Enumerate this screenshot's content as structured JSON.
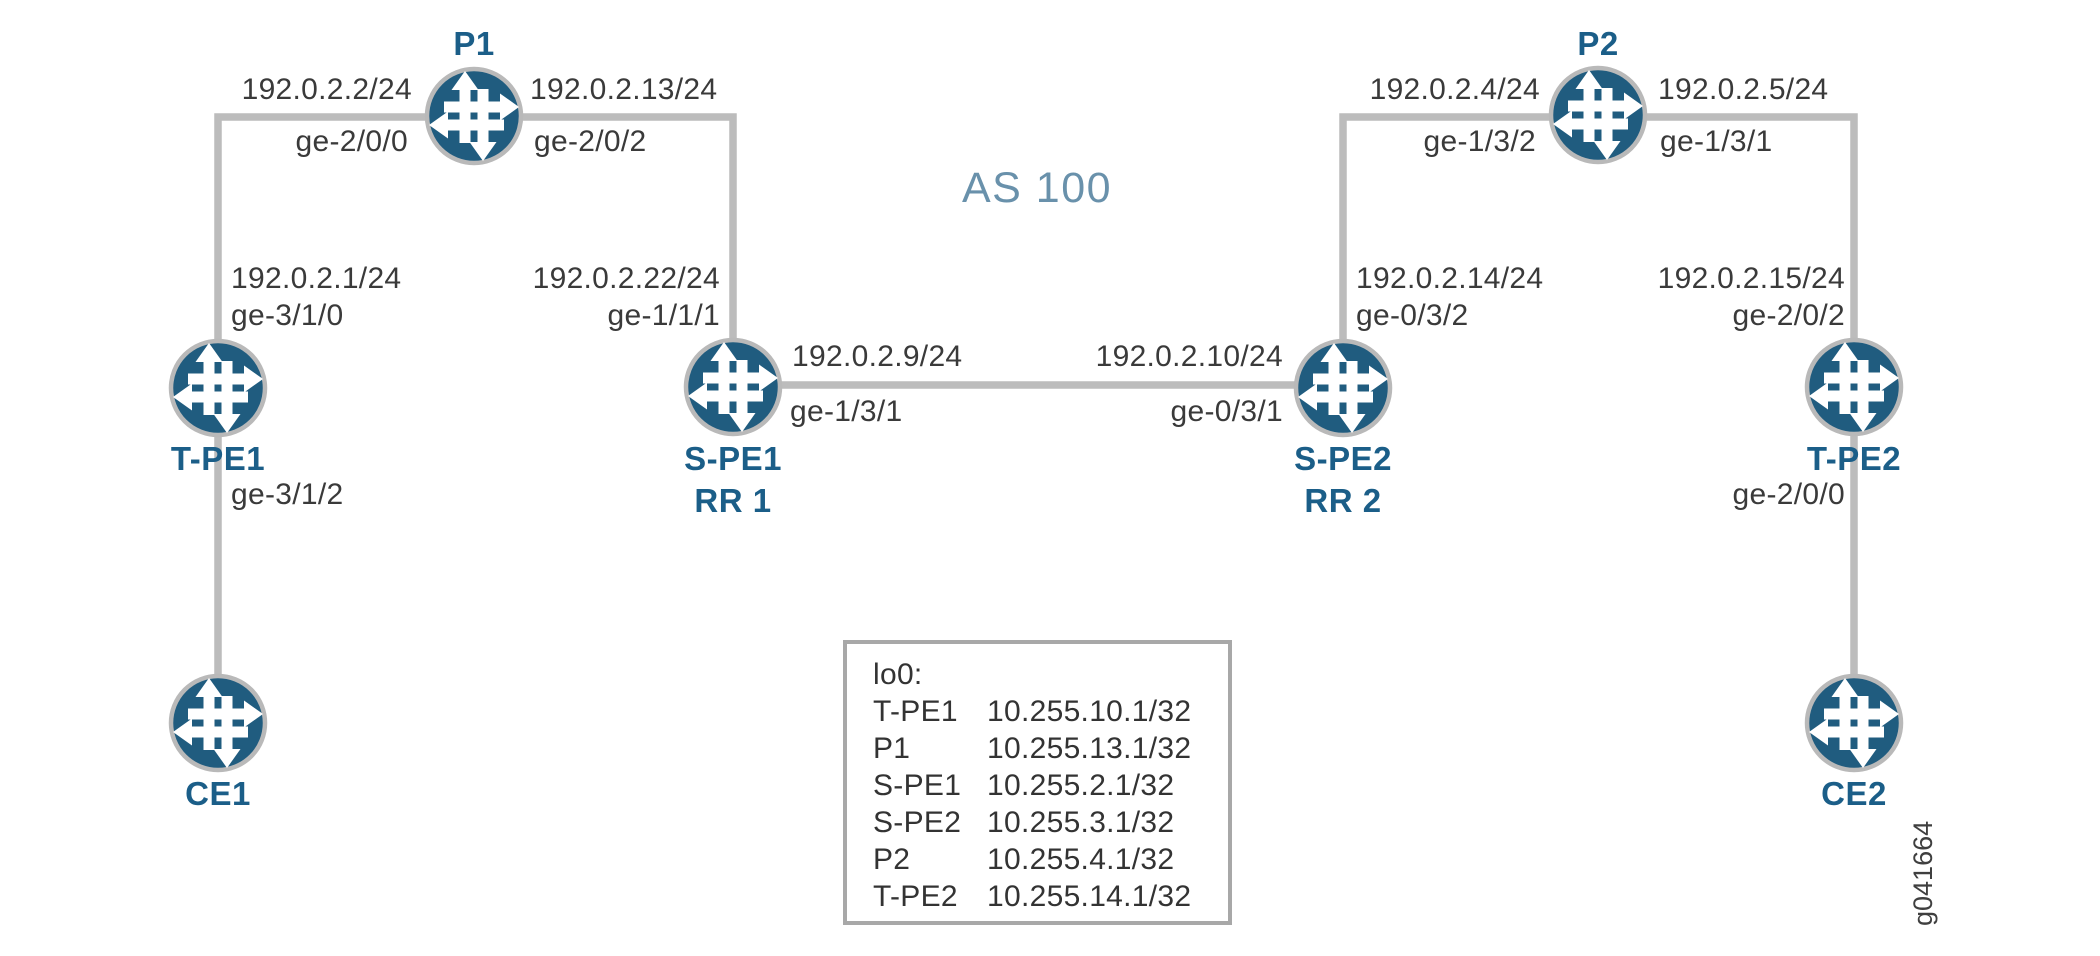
{
  "diagram": {
    "as_label": "AS 100",
    "figure_id": "g041664"
  },
  "nodes": {
    "p1": {
      "name": "P1"
    },
    "p2": {
      "name": "P2"
    },
    "tpe1": {
      "name": "T-PE1"
    },
    "spe1": {
      "name": "S-PE1",
      "role": "RR 1"
    },
    "spe2": {
      "name": "S-PE2",
      "role": "RR 2"
    },
    "tpe2": {
      "name": "T-PE2"
    },
    "ce1": {
      "name": "CE1"
    },
    "ce2": {
      "name": "CE2"
    }
  },
  "links": {
    "p1_left": {
      "ip": "192.0.2.2/24",
      "intf": "ge-2/0/0"
    },
    "p1_right": {
      "ip": "192.0.2.13/24",
      "intf": "ge-2/0/2"
    },
    "tpe1_up": {
      "ip": "192.0.2.1/24",
      "intf": "ge-3/1/0"
    },
    "spe1_up": {
      "ip": "192.0.2.22/24",
      "intf": "ge-1/1/1"
    },
    "spe1_right": {
      "ip": "192.0.2.9/24",
      "intf": "ge-1/3/1"
    },
    "spe2_left": {
      "ip": "192.0.2.10/24",
      "intf": "ge-0/3/1"
    },
    "spe2_up": {
      "ip": "192.0.2.14/24",
      "intf": "ge-0/3/2"
    },
    "p2_left": {
      "ip": "192.0.2.4/24",
      "intf": "ge-1/3/2"
    },
    "p2_right": {
      "ip": "192.0.2.5/24",
      "intf": "ge-1/3/1"
    },
    "tpe2_up": {
      "ip": "192.0.2.15/24",
      "intf": "ge-2/0/2"
    },
    "tpe1_down": {
      "intf": "ge-3/1/2"
    },
    "tpe2_down": {
      "intf": "ge-2/0/0"
    }
  },
  "loopback_box": {
    "heading": "lo0:",
    "entries": [
      {
        "name": "T-PE1",
        "address": "10.255.10.1/32"
      },
      {
        "name": "P1",
        "address": "10.255.13.1/32"
      },
      {
        "name": "S-PE1",
        "address": "10.255.2.1/32"
      },
      {
        "name": "S-PE2",
        "address": "10.255.3.1/32"
      },
      {
        "name": "P2",
        "address": "10.255.4.1/32"
      },
      {
        "name": "T-PE2",
        "address": "10.255.14.1/32"
      }
    ]
  },
  "colors": {
    "router_fill": "#205c7f",
    "router_ring": "#b9b9b9",
    "link_line": "#bcbcbc",
    "label_text": "#3a3a3a",
    "node_name": "#1b5e88",
    "as_label": "#6991ab",
    "box_border": "#a8a8a8"
  }
}
